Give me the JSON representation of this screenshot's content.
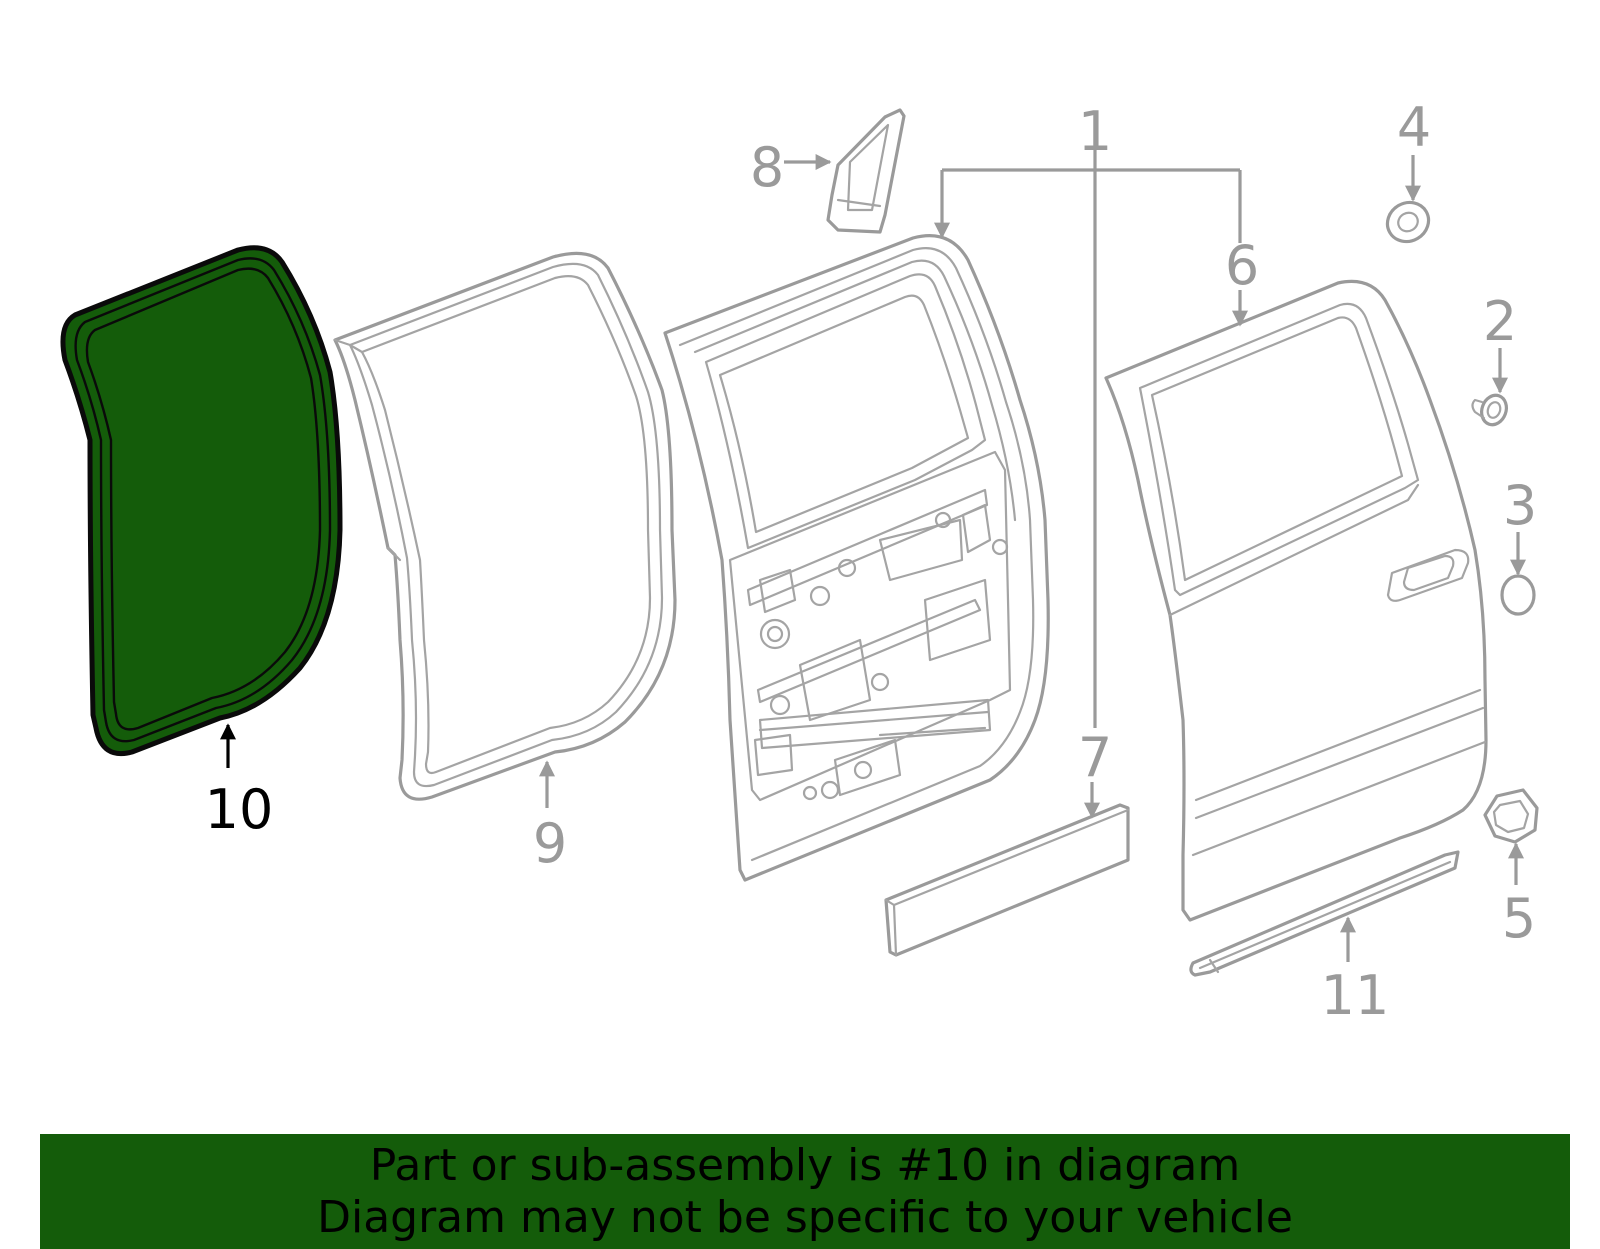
{
  "colors": {
    "highlight_fill": "#145c0a",
    "outline_dark": "#0a0a0a",
    "parts_gray": "#9a9a9a",
    "banner_bg": "#145c0a",
    "banner_text": "#000000"
  },
  "callouts": {
    "c1": "1",
    "c2": "2",
    "c3": "3",
    "c4": "4",
    "c5": "5",
    "c6": "6",
    "c7": "7",
    "c8": "8",
    "c9": "9",
    "c10": "10",
    "c11": "11"
  },
  "highlighted_part": "10",
  "banner": {
    "line1": "Part or sub-assembly is #10 in diagram",
    "line2": "Diagram may not be specific to your vehicle"
  }
}
